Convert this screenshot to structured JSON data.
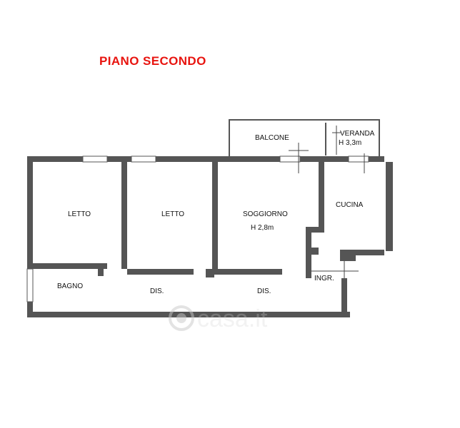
{
  "header": {
    "title": "PIANO SECONDO",
    "title_color": "#e8140f"
  },
  "rooms": {
    "letto_1": "LETTO",
    "letto_2": "LETTO",
    "soggiorno": "SOGGIORNO",
    "soggiorno_height": "H 2,8m",
    "cucina": "CUCINA",
    "balcone": "BALCONE",
    "veranda": "VERANDA",
    "veranda_height": "H 3,3m",
    "bagno": "BAGNO",
    "dis_1": "DIS.",
    "dis_2": "DIS.",
    "ingr": "INGR."
  },
  "watermark": {
    "text": "casa.it",
    "icon": "casa-logo-icon"
  }
}
